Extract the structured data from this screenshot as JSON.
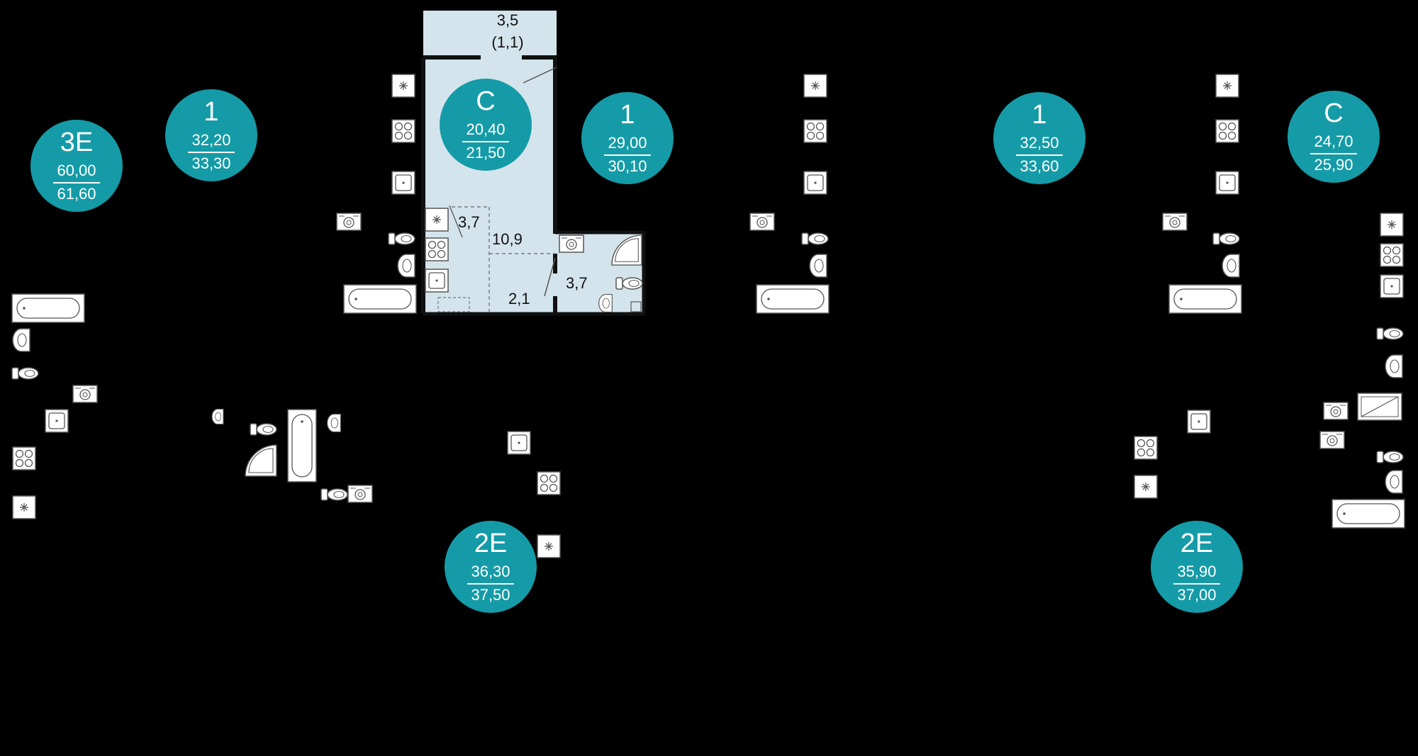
{
  "colors": {
    "background": "#000000",
    "badge": "#149ba7",
    "badge_text": "#ffffff",
    "room_fill": "#d4e4ec",
    "fixture_fill": "#ffffff",
    "fixture_stroke": "#555555",
    "wall": "#111111"
  },
  "apartments": [
    {
      "type": "3E",
      "area_living": "60,00",
      "area_total": "61,60"
    },
    {
      "type": "1",
      "area_living": "32,20",
      "area_total": "33,30"
    },
    {
      "type": "C",
      "area_living": "20,40",
      "area_total": "21,50"
    },
    {
      "type": "1",
      "area_living": "29,00",
      "area_total": "30,10"
    },
    {
      "type": "1",
      "area_living": "32,50",
      "area_total": "33,60"
    },
    {
      "type": "C",
      "area_living": "24,70",
      "area_total": "25,90"
    },
    {
      "type": "2E",
      "area_living": "36,30",
      "area_total": "37,50"
    },
    {
      "type": "2E",
      "area_living": "35,90",
      "area_total": "37,00"
    }
  ],
  "rooms": {
    "balcony_area": "3,5",
    "balcony_coef": "(1,1)",
    "kitchen_area": "3,7",
    "main_room_area": "10,9",
    "hall_area": "2,1",
    "bathroom_area": "3,7"
  },
  "fixture_icons": [
    "stove-icon",
    "sink-icon",
    "fridge-icon",
    "washer-icon",
    "toilet-icon",
    "washbasin-icon",
    "bathtub-icon",
    "shower-icon"
  ]
}
